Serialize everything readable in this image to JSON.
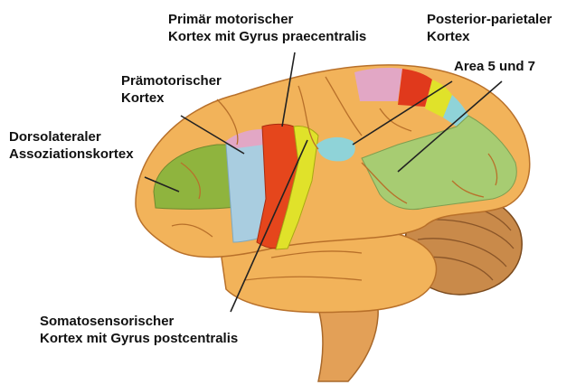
{
  "labels": {
    "primary_motor": [
      "Primär motorischer",
      "Kortex mit Gyrus praecentralis"
    ],
    "posterior_parietal": [
      "Posterior-parietaler",
      "Kortex"
    ],
    "area_5_7": [
      "Area 5 und 7"
    ],
    "premotor": [
      "Prämotorischer",
      "Kortex"
    ],
    "dorsolateral": [
      "Dorsolateraler",
      "Assoziationskortex"
    ],
    "somatosensory": [
      "Somatosensorischer",
      "Kortex mit Gyrus postcentralis"
    ]
  },
  "colors": {
    "background": "#ffffff",
    "brain_base": "#f2b35a",
    "brain_shadow": "#d98d35",
    "sulcus": "#b8702a",
    "primary_motor": "#e5461c",
    "somatosensory": "#e0e22a",
    "premotor": "#a9cde0",
    "prefrontal": "#8fb43e",
    "posterior_parietal": "#a7cc72",
    "area_5_7_pink": "#e2a7c5",
    "area_5_7_red": "#e0391c",
    "area_5_7_cyan": "#8fd3d8",
    "cerebellum": "#c98a4a",
    "leader_line": "#222222"
  }
}
